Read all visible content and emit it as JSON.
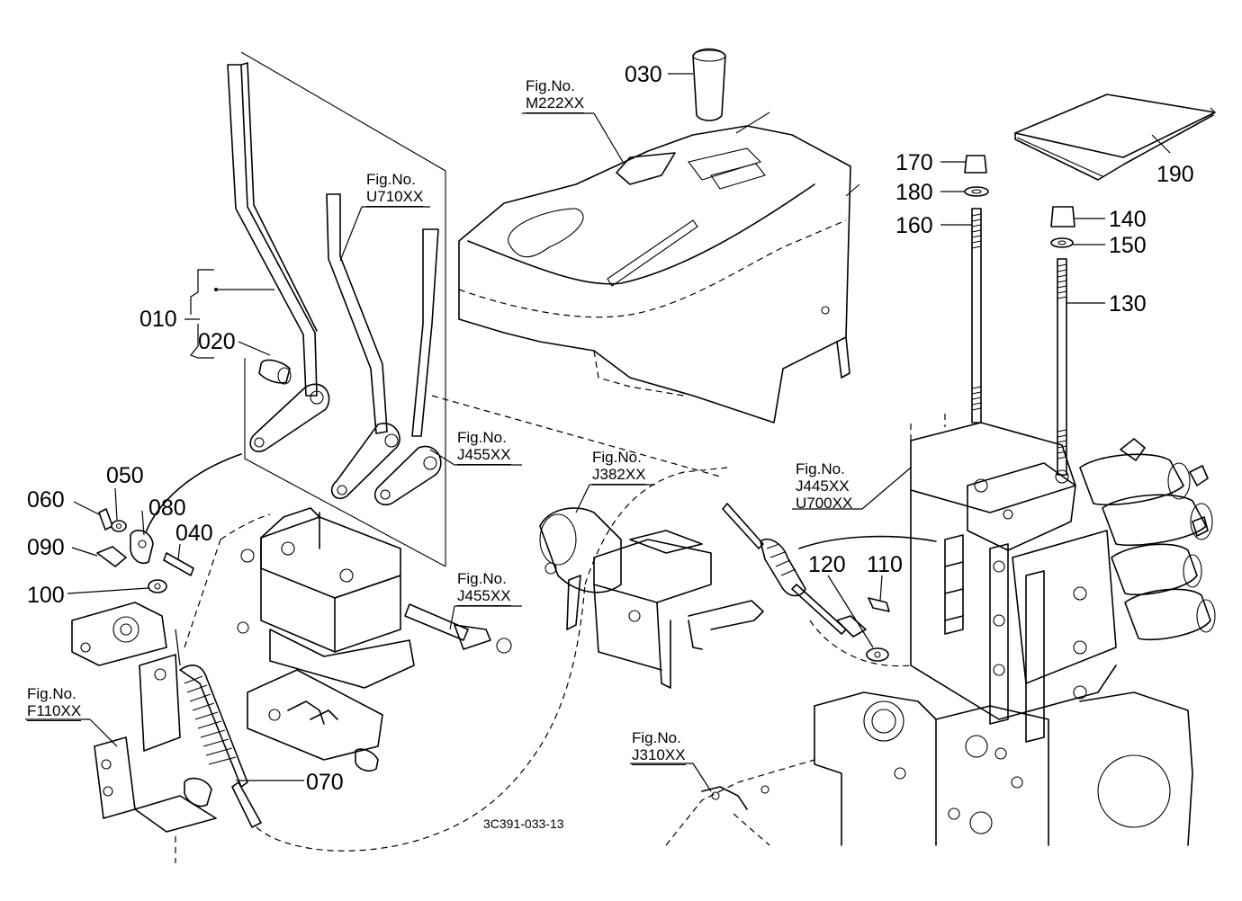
{
  "drawing_code": "3C391-033-13",
  "parts": {
    "p010": "010",
    "p020": "020",
    "p030": "030",
    "p040": "040",
    "p050": "050",
    "p060": "060",
    "p070": "070",
    "p080": "080",
    "p090": "090",
    "p100": "100",
    "p110": "110",
    "p120": "120",
    "p130": "130",
    "p140": "140",
    "p150": "150",
    "p160": "160",
    "p170": "170",
    "p180": "180",
    "p190": "190"
  },
  "figure_refs": {
    "label": "Fig.No.",
    "m222": "M222XX",
    "u710": "U710XX",
    "j455_top": "J455XX",
    "j455_bottom": "J455XX",
    "j382": "J382XX",
    "j445": "J445XX",
    "u700": "U700XX",
    "f110": "F110XX",
    "j310": "J310XX"
  }
}
